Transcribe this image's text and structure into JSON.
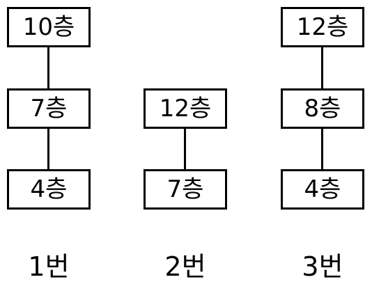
{
  "columns": [
    {
      "label": "1번",
      "floors": [
        "10층",
        "7층",
        "4층"
      ]
    },
    {
      "label": "2번",
      "floors": [
        "12층",
        "7층"
      ]
    },
    {
      "label": "3번",
      "floors": [
        "12층",
        "8층",
        "4층"
      ]
    }
  ]
}
